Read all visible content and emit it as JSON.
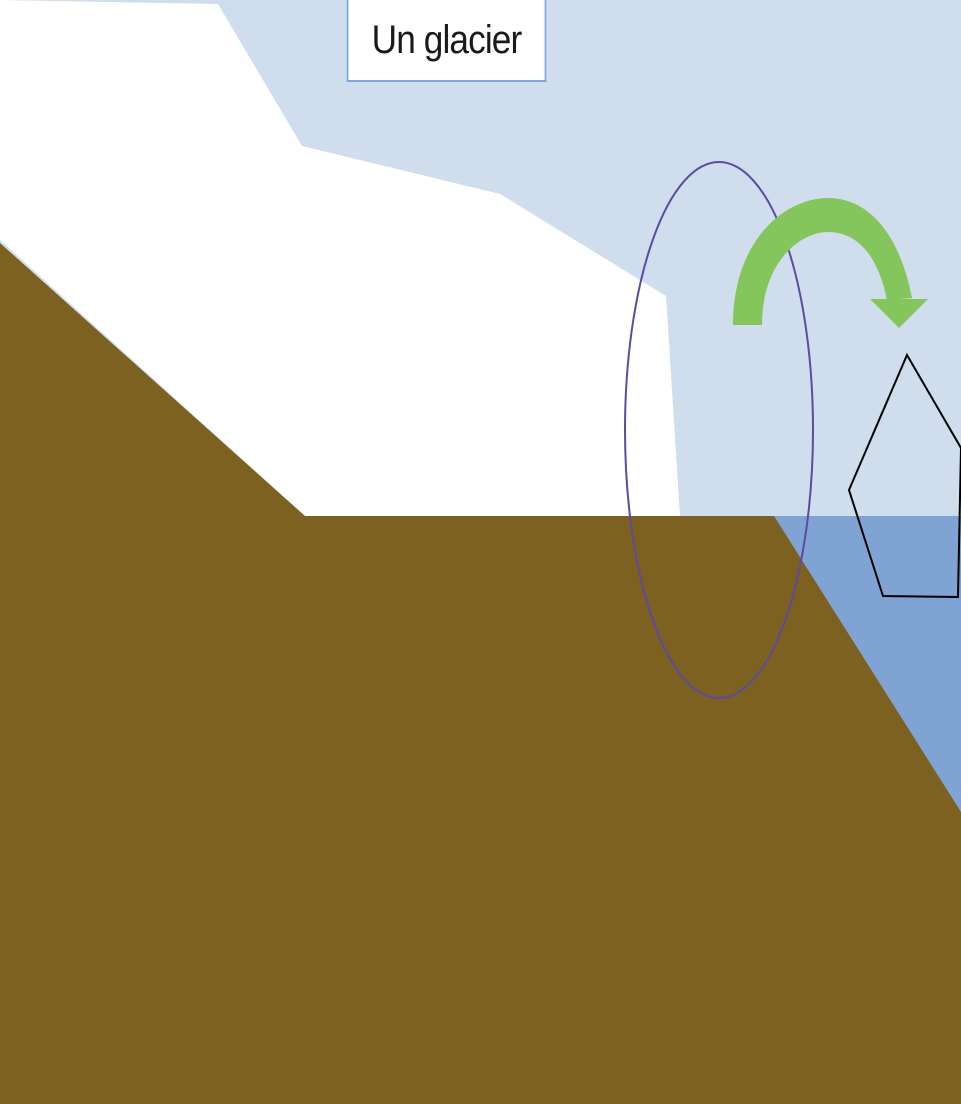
{
  "diagram": {
    "title": "Un glacier",
    "colors": {
      "sky": "#cfdded",
      "glacier": "#ffffff",
      "ground": "#7d6121",
      "sea": "#7fa3d3",
      "ellipse_outline": "#5e4aa0",
      "arrow": "#84c65b",
      "iceberg_outline": "#000000",
      "title_border": "#7ea6d6"
    },
    "elements": {
      "glacier": "glacier-body",
      "ground": "bedrock",
      "sea": "sea-water",
      "highlight": "calving-front-ellipse",
      "arrow": "curved-arrow-icon",
      "iceberg": "iceberg-outline"
    }
  }
}
